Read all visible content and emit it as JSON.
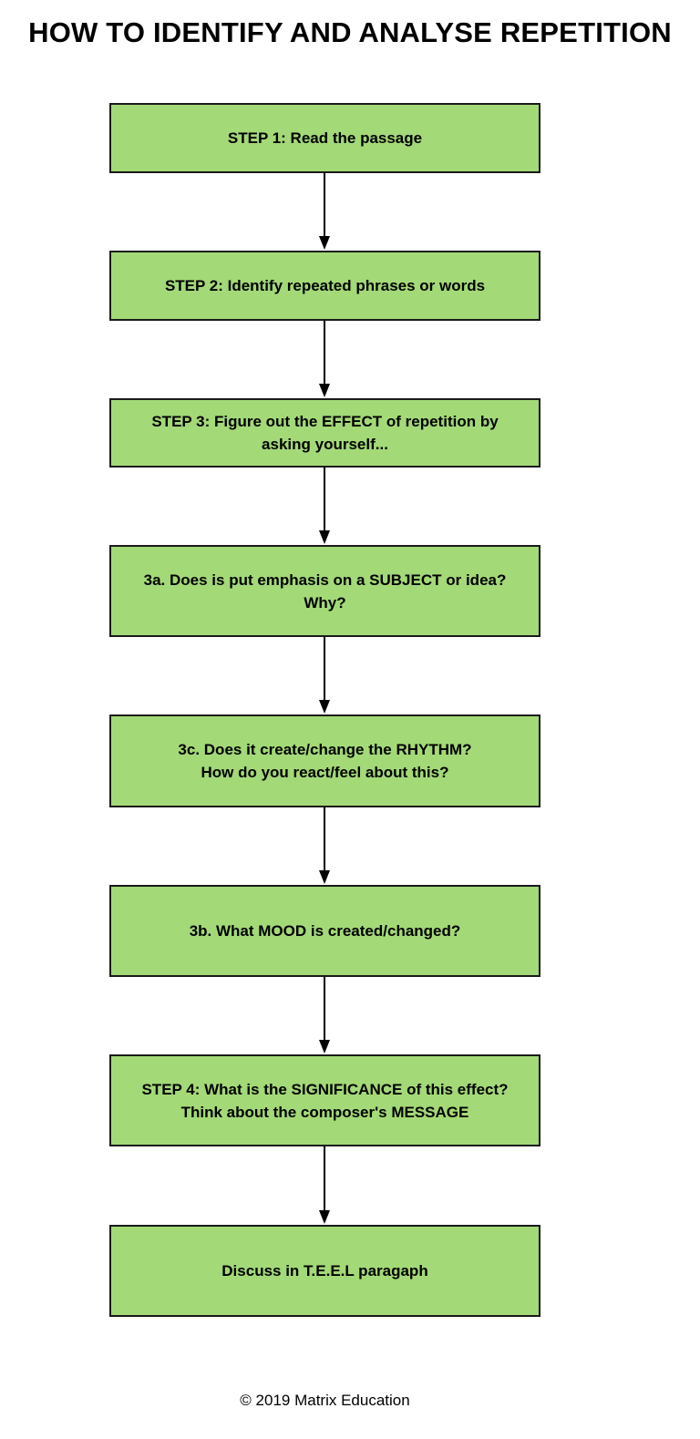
{
  "title": "HOW TO IDENTIFY AND ANALYSE REPETITION",
  "steps": [
    {
      "lines": [
        "STEP 1: Read the passage"
      ]
    },
    {
      "lines": [
        "STEP 2: Identify repeated phrases or words"
      ]
    },
    {
      "lines": [
        "STEP 3: Figure out the EFFECT of repetition by",
        "asking yourself..."
      ]
    },
    {
      "lines": [
        "3a. Does is put emphasis on a SUBJECT or idea?",
        "Why?"
      ]
    },
    {
      "lines": [
        "3c. Does it create/change the RHYTHM?",
        "How do you react/feel about this?"
      ]
    },
    {
      "lines": [
        "3b. What MOOD is created/changed?"
      ]
    },
    {
      "lines": [
        "STEP 4: What is the SIGNIFICANCE of this effect?",
        "Think about the composer's MESSAGE"
      ]
    },
    {
      "lines": [
        "Discuss in T.E.E.L paragaph"
      ]
    }
  ],
  "footer": "© 2019 Matrix Education",
  "colors": {
    "box_fill": "#a3d977",
    "box_border": "#1a1a1a",
    "arrow": "#000000"
  }
}
